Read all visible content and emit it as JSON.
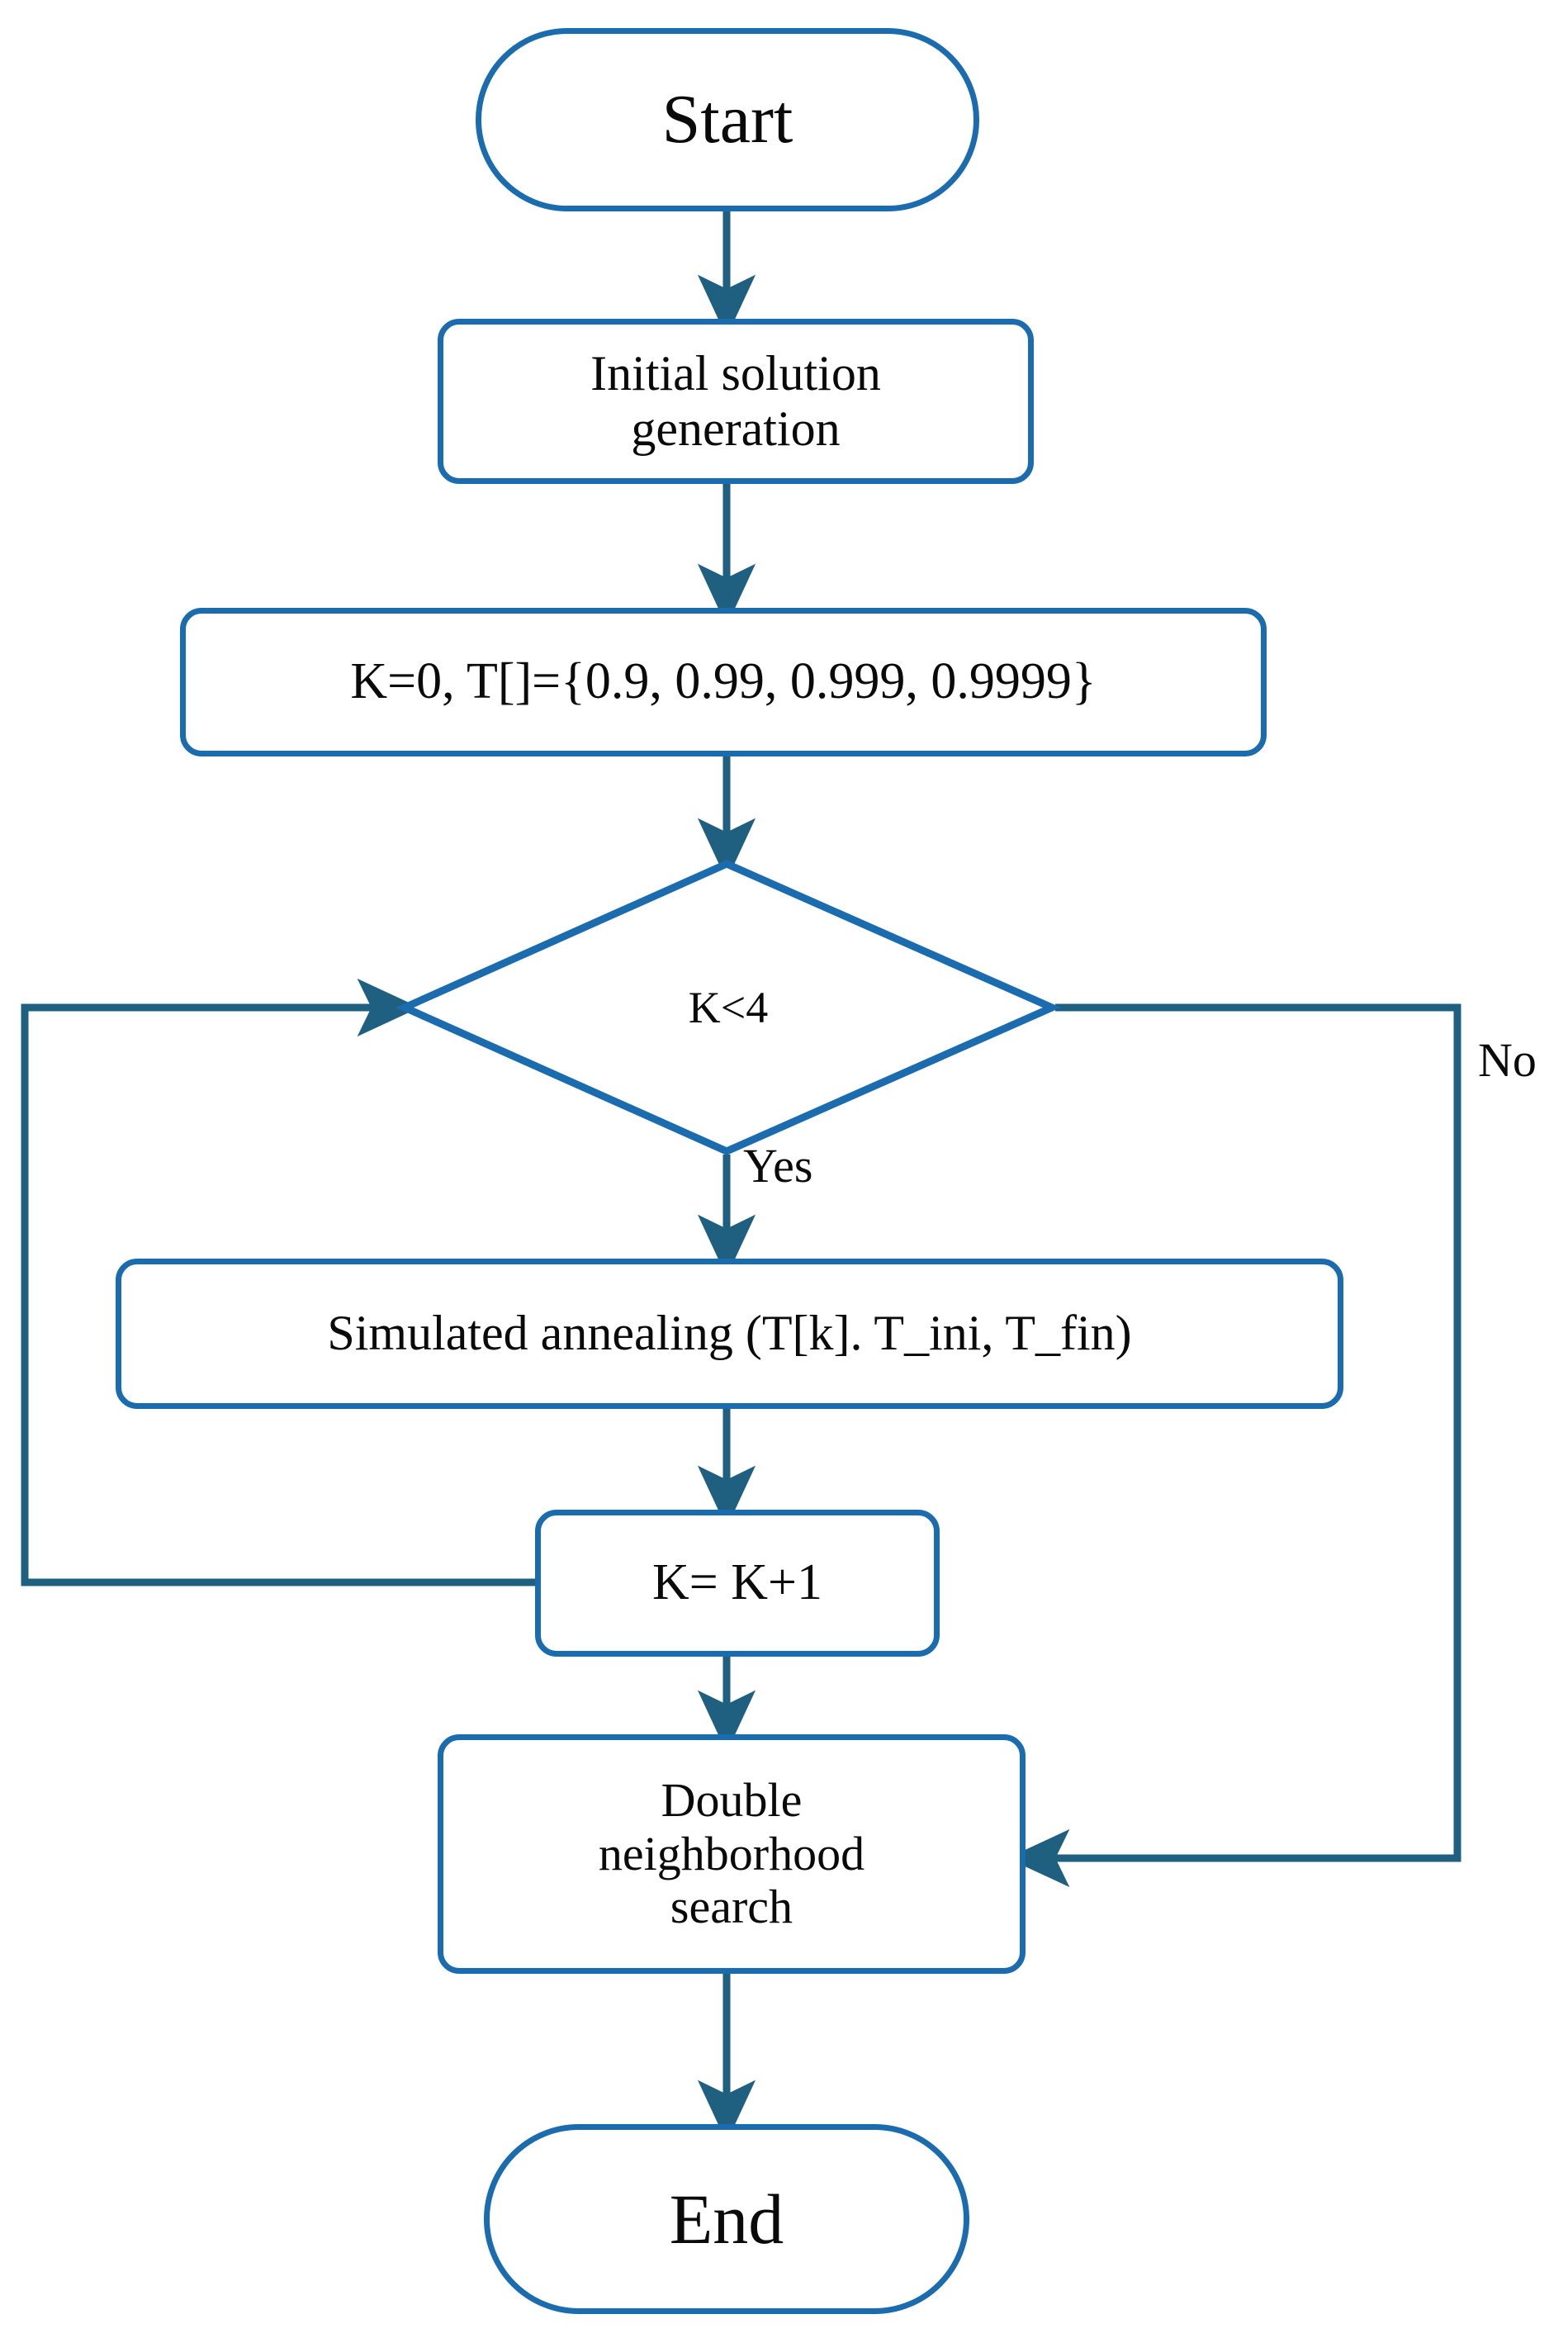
{
  "diagram": {
    "title": "Simulated annealing with double neighborhood search flowchart",
    "colors": {
      "node_border": "#1B6CAE",
      "edge": "#1F6080",
      "node_fill": "#FFFFFF",
      "text": "#0A0A0A",
      "background": "#FFFFFF"
    }
  },
  "nodes": {
    "start": {
      "label": "Start",
      "shape": "terminal"
    },
    "initial_solution": {
      "label": "Initial solution\ngeneration",
      "shape": "process"
    },
    "init_vars": {
      "label": "K=0, T[]={0.9, 0.99, 0.999, 0.9999}",
      "shape": "process"
    },
    "decision_k4": {
      "label": "K<4",
      "shape": "decision"
    },
    "simulated_annealing": {
      "label": "Simulated annealing  (T[k]. T_ini, T_fin)",
      "shape": "process"
    },
    "increment_k": {
      "label": "K= K+1",
      "shape": "process"
    },
    "double_neighborhood_search": {
      "label": "Double\nneighborhood\nsearch",
      "shape": "process"
    },
    "end": {
      "label": "End",
      "shape": "terminal"
    }
  },
  "edge_labels": {
    "yes": "Yes",
    "no": "No"
  },
  "chart_data": {
    "type": "table",
    "title": "Simulated annealing with double neighborhood search flowchart",
    "nodes": [
      {
        "id": "start",
        "text": "Start",
        "shape": "terminal"
      },
      {
        "id": "initial_solution",
        "text": "Initial solution generation",
        "shape": "process"
      },
      {
        "id": "init_vars",
        "text": "K=0, T[]={0.9, 0.99, 0.999, 0.9999}",
        "shape": "process"
      },
      {
        "id": "decision_k4",
        "text": "K<4",
        "shape": "decision"
      },
      {
        "id": "simulated_annealing",
        "text": "Simulated annealing  (T[k]. T_ini, T_fin)",
        "shape": "process"
      },
      {
        "id": "increment_k",
        "text": "K= K+1",
        "shape": "process"
      },
      {
        "id": "double_neighborhood_search",
        "text": "Double neighborhood search",
        "shape": "process"
      },
      {
        "id": "end",
        "text": "End",
        "shape": "terminal"
      }
    ],
    "edges": [
      {
        "from": "start",
        "to": "initial_solution",
        "label": ""
      },
      {
        "from": "initial_solution",
        "to": "init_vars",
        "label": ""
      },
      {
        "from": "init_vars",
        "to": "decision_k4",
        "label": ""
      },
      {
        "from": "decision_k4",
        "to": "simulated_annealing",
        "label": "Yes"
      },
      {
        "from": "decision_k4",
        "to": "double_neighborhood_search",
        "label": "No"
      },
      {
        "from": "simulated_annealing",
        "to": "increment_k",
        "label": ""
      },
      {
        "from": "increment_k",
        "to": "decision_k4",
        "label": ""
      },
      {
        "from": "increment_k",
        "to": "double_neighborhood_search",
        "label": ""
      },
      {
        "from": "double_neighborhood_search",
        "to": "end",
        "label": ""
      }
    ],
    "temperature_values": [
      0.9,
      0.99,
      0.999,
      0.9999
    ],
    "loop_bound": 4
  }
}
